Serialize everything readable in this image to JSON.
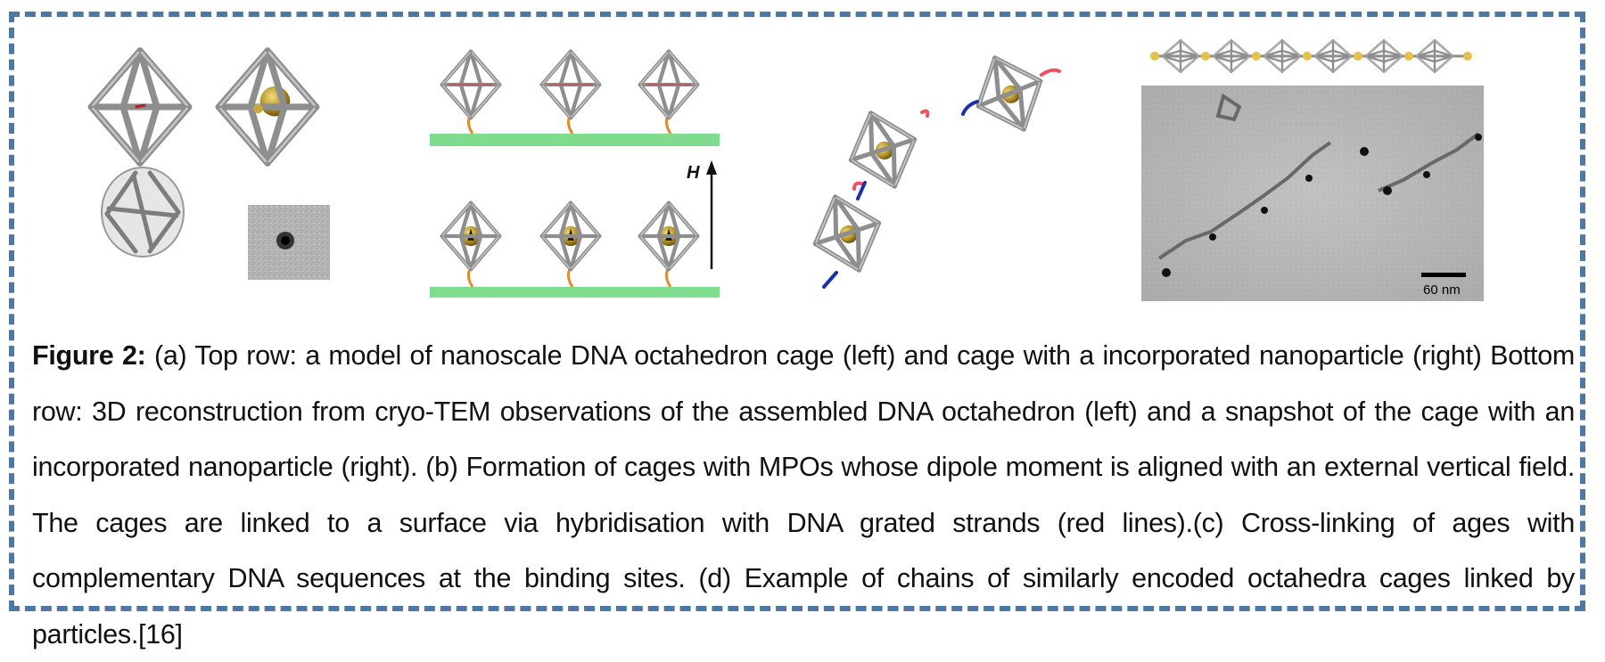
{
  "figure": {
    "panel_b": {
      "field_label": "H"
    },
    "panel_d": {
      "scale_bar_label": "60 nm"
    }
  },
  "caption": {
    "label": "Figure 2:",
    "text": " (a) Top row: a model of nanoscale DNA octahedron cage (left) and cage with a incorporated nanoparticle (right) Bottom row: 3D reconstruction from cryo-TEM observations of the assembled DNA octahedron (left) and a snapshot of the cage with an incorporated nanoparticle (right). (b) Formation of cages with MPOs whose dipole moment is aligned with an external vertical field. The cages are linked to a surface via hybridisation with DNA grated strands (red lines).(c) Cross-linking of ages with complementary DNA sequences at the binding sites. (d) Example of chains of similarly encoded octahedra cages linked by particles.[16]"
  },
  "colors": {
    "border": "#4e78a3",
    "cage": "#8e8e8e",
    "nanoparticle": "#b8962e",
    "surface": "#7fdc8f",
    "linker": "#e68a2e",
    "strand_red": "#f05060",
    "strand_blue": "#1a2fb0"
  }
}
